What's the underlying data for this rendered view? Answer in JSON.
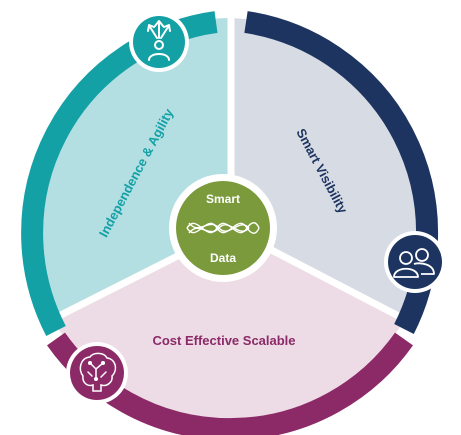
{
  "diagram": {
    "center": {
      "line1": "Smart",
      "line2": "Data",
      "color": "#7a9a3c",
      "ring_color": "#ffffff"
    },
    "segments": [
      {
        "id": "independence",
        "label": "Independence & Agility",
        "fill_color": "#b3dfe3",
        "ring_color": "#14a1a6",
        "text_color": "#14a1a6",
        "icon": "branching-arrows-person-icon"
      },
      {
        "id": "visibility",
        "label": "Smart Visibility",
        "fill_color": "#d7dbe3",
        "ring_color": "#1d3461",
        "text_color": "#1d3461",
        "icon": "people-group-icon"
      },
      {
        "id": "scalable",
        "label": "Cost Effective Scalable",
        "fill_color": "#eddbe5",
        "ring_color": "#8c2a68",
        "text_color": "#8c2a68",
        "icon": "brain-circuit-icon"
      }
    ]
  }
}
